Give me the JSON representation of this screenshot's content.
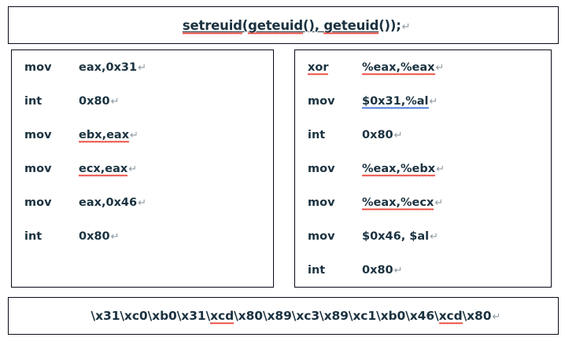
{
  "title_box": {
    "segments": [
      {
        "text": "setreuid",
        "spell_error": true,
        "underline": true
      },
      {
        "text": "(",
        "spell_error": false,
        "underline": true
      },
      {
        "text": "geteuid",
        "spell_error": true,
        "underline": true
      },
      {
        "text": "(), ",
        "spell_error": false,
        "underline": true
      },
      {
        "text": "geteuid",
        "spell_error": true,
        "underline": true
      },
      {
        "text": "());",
        "spell_error": false,
        "underline": false
      }
    ],
    "plain_text": "setreuid(geteuid(), geteuid());",
    "pilcrow": "↵"
  },
  "left_code_box": {
    "label": "intel-syntax-assembly",
    "rows": [
      {
        "mnemonic": "mov",
        "operand": "eax,0x31",
        "mnemonic_spell_error": false,
        "operand_spell_error": false,
        "operand_grammar_error": false,
        "pilcrow": "↵"
      },
      {
        "mnemonic": "int",
        "operand": "0x80",
        "mnemonic_spell_error": false,
        "operand_spell_error": false,
        "operand_grammar_error": false,
        "pilcrow": "↵"
      },
      {
        "mnemonic": "mov",
        "operand": "ebx,eax",
        "mnemonic_spell_error": false,
        "operand_spell_error": true,
        "operand_grammar_error": false,
        "pilcrow": "↵"
      },
      {
        "mnemonic": "mov",
        "operand": "ecx,eax",
        "mnemonic_spell_error": false,
        "operand_spell_error": true,
        "operand_grammar_error": false,
        "pilcrow": "↵"
      },
      {
        "mnemonic": "mov",
        "operand": "eax,0x46",
        "mnemonic_spell_error": false,
        "operand_spell_error": false,
        "operand_grammar_error": false,
        "pilcrow": "↵"
      },
      {
        "mnemonic": "int",
        "operand": "0x80",
        "mnemonic_spell_error": false,
        "operand_spell_error": false,
        "operand_grammar_error": false,
        "pilcrow": "↵"
      }
    ]
  },
  "right_code_box": {
    "label": "att-syntax-assembly",
    "rows": [
      {
        "mnemonic": "xor",
        "operand": "%eax,%eax",
        "mnemonic_spell_error": true,
        "operand_spell_error": true,
        "operand_grammar_error": true,
        "pilcrow": "↵"
      },
      {
        "mnemonic": "mov",
        "operand": "$0x31,%al",
        "mnemonic_spell_error": false,
        "operand_spell_error": false,
        "operand_grammar_error": true,
        "pilcrow": "↵"
      },
      {
        "mnemonic": "int",
        "operand": "0x80",
        "mnemonic_spell_error": false,
        "operand_spell_error": false,
        "operand_grammar_error": false,
        "pilcrow": "↵"
      },
      {
        "mnemonic": "mov",
        "operand": "%eax,%ebx",
        "mnemonic_spell_error": false,
        "operand_spell_error": true,
        "operand_grammar_error": true,
        "pilcrow": "↵"
      },
      {
        "mnemonic": "mov",
        "operand": "%eax,%ecx",
        "mnemonic_spell_error": false,
        "operand_spell_error": true,
        "operand_grammar_error": true,
        "pilcrow": "↵"
      },
      {
        "mnemonic": "mov",
        "operand": "$0x46, $al",
        "mnemonic_spell_error": false,
        "operand_spell_error": false,
        "operand_grammar_error": false,
        "pilcrow": "↵"
      },
      {
        "mnemonic": "int",
        "operand": "0x80",
        "mnemonic_spell_error": false,
        "operand_spell_error": false,
        "operand_grammar_error": false,
        "pilcrow": "↵"
      }
    ]
  },
  "shellcode_box": {
    "segments": [
      {
        "text": "\\x31\\xc0\\xb0\\x31\\",
        "spell_error": false
      },
      {
        "text": "xcd",
        "spell_error": true
      },
      {
        "text": "\\x80\\x89\\xc3\\x89\\xc1\\xb0\\x46\\",
        "spell_error": false
      },
      {
        "text": "xcd",
        "spell_error": true
      },
      {
        "text": "\\x80",
        "spell_error": false
      }
    ],
    "plain_text": "\\x31\\xc0\\xb0\\x31\\xcd\\x80\\x89\\xc3\\x89\\xc1\\xb0\\x46\\xcd\\x80",
    "pilcrow": "↵"
  },
  "colors": {
    "text": "#1b3240",
    "border": "#0b0b1a",
    "background": "#ffffff",
    "spelling_squiggle": "#e8291c",
    "grammar_squiggle": "#2a5fd0",
    "pilcrow": "#8d9aa4"
  }
}
